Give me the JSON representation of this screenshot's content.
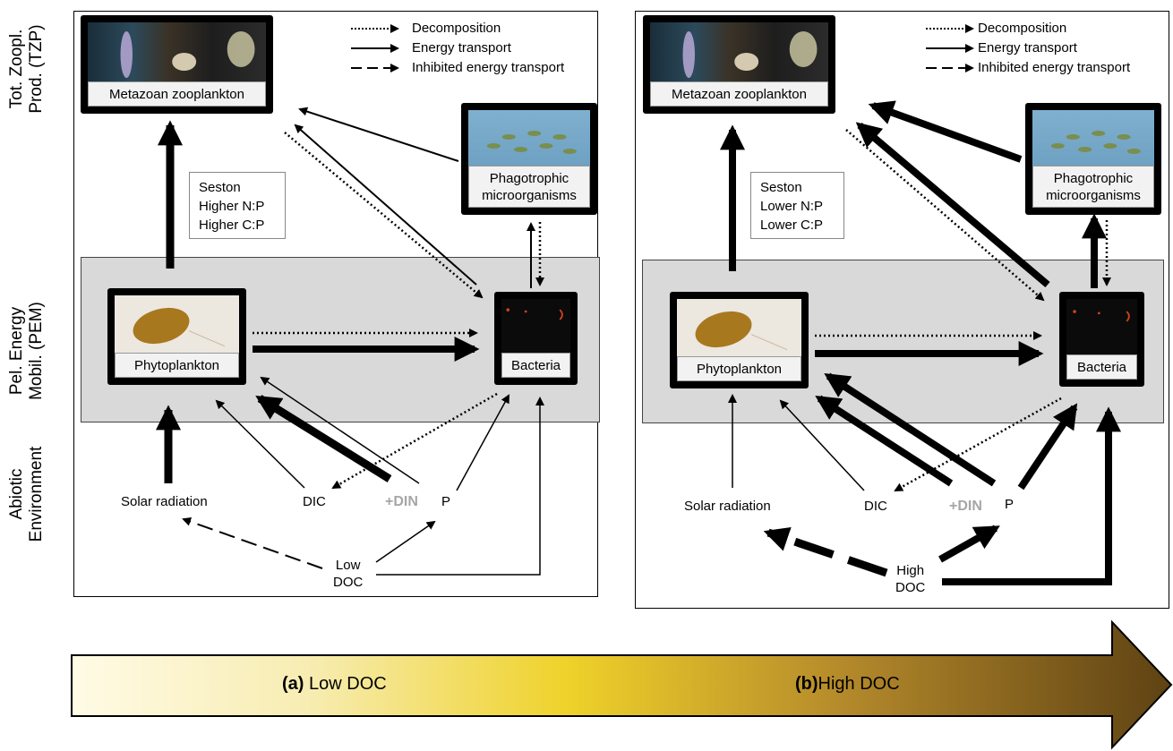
{
  "row_labels": {
    "top": [
      "Tot. Zoopl.",
      "Prod. (TZP)"
    ],
    "middle": [
      "Pel. Energy",
      "Mobil. (PEM)"
    ],
    "bottom": [
      "Abiotic",
      "Environment"
    ]
  },
  "legend": {
    "decomposition": "Decomposition",
    "energy": "Energy transport",
    "inhibited": "Inhibited energy transport"
  },
  "nodes": {
    "metazoan": "Metazoan zooplankton",
    "phagotrophic": "Phagotrophic microorganisms",
    "phytoplankton": "Phytoplankton",
    "bacteria": "Bacteria"
  },
  "abiotic": {
    "solar": "Solar radiation",
    "dic": "DIC",
    "din": "+DIN",
    "p": "P"
  },
  "panel_a": {
    "seston": [
      "Seston",
      "Higher N:P",
      "Higher C:P"
    ],
    "doc": [
      "Low",
      "DOC"
    ]
  },
  "panel_b": {
    "seston": [
      "Seston",
      "Lower N:P",
      "Lower C:P"
    ],
    "doc": [
      "High",
      "DOC"
    ]
  },
  "gradient": {
    "a_letter": "(a)",
    "a_text": "Low DOC",
    "b_letter": "(b)",
    "b_text": "High DOC"
  },
  "colors": {
    "band": "#d9d9d9",
    "din_gray": "#a6a6a6",
    "gradient_start": "#fffbe6",
    "gradient_mid": "#efd22a",
    "gradient_end": "#5e4213"
  }
}
